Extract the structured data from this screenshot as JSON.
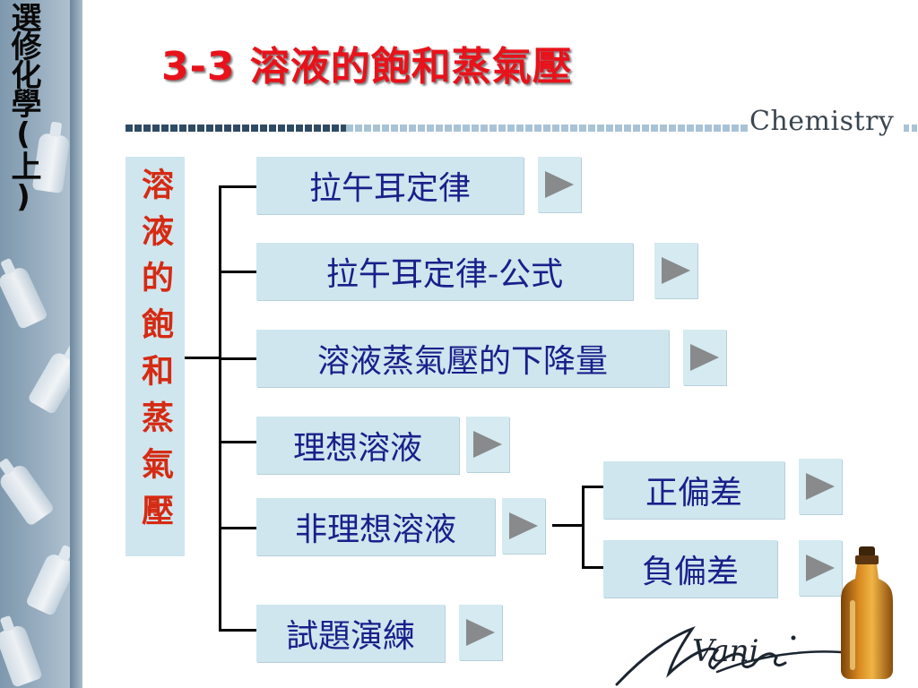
{
  "sidebar": {
    "vertical_title": "選修化學(上)"
  },
  "header": {
    "title": "3-3 溶液的飽和蒸氣壓",
    "brand": "Chemistry"
  },
  "diagram": {
    "root": "溶液的飽和蒸氣壓",
    "items": [
      {
        "label": "拉午耳定律"
      },
      {
        "label": "拉午耳定律-公式"
      },
      {
        "label": "溶液蒸氣壓的下降量"
      },
      {
        "label": "理想溶液"
      },
      {
        "label": "非理想溶液"
      },
      {
        "label": "試題演練"
      }
    ],
    "sub_items": [
      {
        "label": "正偏差"
      },
      {
        "label": "負偏差"
      }
    ],
    "arrow_icon": "play-arrow-icon"
  },
  "colors": {
    "title_red": "#e8121b",
    "node_text_blue": "#1a1f8a",
    "root_text_red": "#d62a12",
    "box_fill": "#cfe6ee",
    "arrow_gray": "#888a8c"
  }
}
